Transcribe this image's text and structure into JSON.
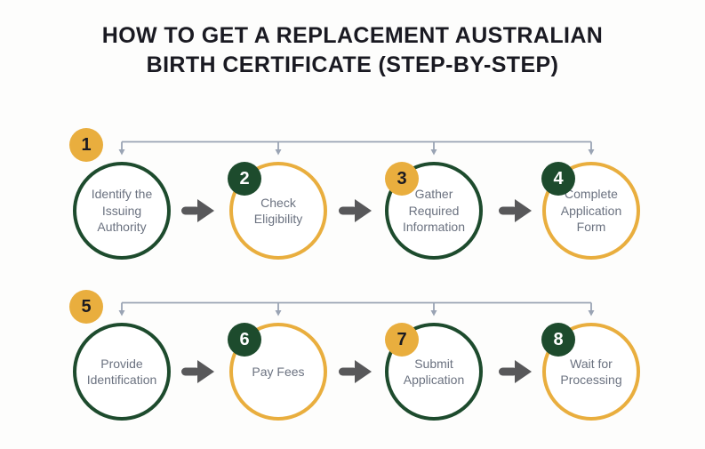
{
  "title": {
    "line1": "HOW TO GET A REPLACEMENT AUSTRALIAN",
    "line2": "BIRTH CERTIFICATE (STEP-BY-STEP)"
  },
  "colors": {
    "bg": "#fdfdfc",
    "green": "#1d4b2d",
    "yellow": "#e9ae3e",
    "label_gray": "#6b7280",
    "arrow_gray": "#58585a",
    "connector_gray": "#9aa4b4",
    "title_dark": "#1a1a22",
    "badge_text_dark": "#1a1a22",
    "badge_text_light": "#ffffff"
  },
  "icons": {
    "right_arrow": "right-arrow-icon",
    "down_arrow": "down-arrow-icon"
  },
  "steps": [
    {
      "number": "1",
      "label": "Identify the\nIssuing\nAuthority",
      "circle_color": "green",
      "badge_color": "yellow"
    },
    {
      "number": "2",
      "label": "Check\nEligibility",
      "circle_color": "yellow",
      "badge_color": "green"
    },
    {
      "number": "3",
      "label": "Gather\nRequired\nInformation",
      "circle_color": "green",
      "badge_color": "yellow"
    },
    {
      "number": "4",
      "label": "Complete\nApplication\nForm",
      "circle_color": "yellow",
      "badge_color": "green"
    },
    {
      "number": "5",
      "label": "Provide\nIdentification",
      "circle_color": "green",
      "badge_color": "yellow"
    },
    {
      "number": "6",
      "label": "Pay Fees",
      "circle_color": "yellow",
      "badge_color": "green"
    },
    {
      "number": "7",
      "label": "Submit\nApplication",
      "circle_color": "green",
      "badge_color": "yellow"
    },
    {
      "number": "8",
      "label": "Wait for\nProcessing",
      "circle_color": "yellow",
      "badge_color": "green"
    }
  ]
}
